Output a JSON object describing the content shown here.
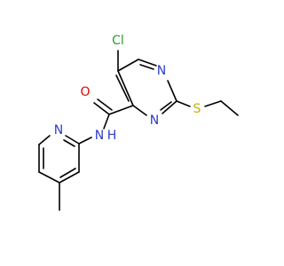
{
  "molecule": {
    "atoms": {
      "cl": "Cl",
      "o": "O",
      "n_ring_top": "N",
      "n_ring_bottom": "N",
      "s": "S",
      "n_amide": "N",
      "h_amide": "H",
      "n_pyridine": "N"
    },
    "colors": {
      "bond": "#000000",
      "chlorine": "#2a9d2a",
      "oxygen": "#e60000",
      "nitrogen": "#2b3ccf",
      "sulfur": "#c8b200"
    }
  }
}
